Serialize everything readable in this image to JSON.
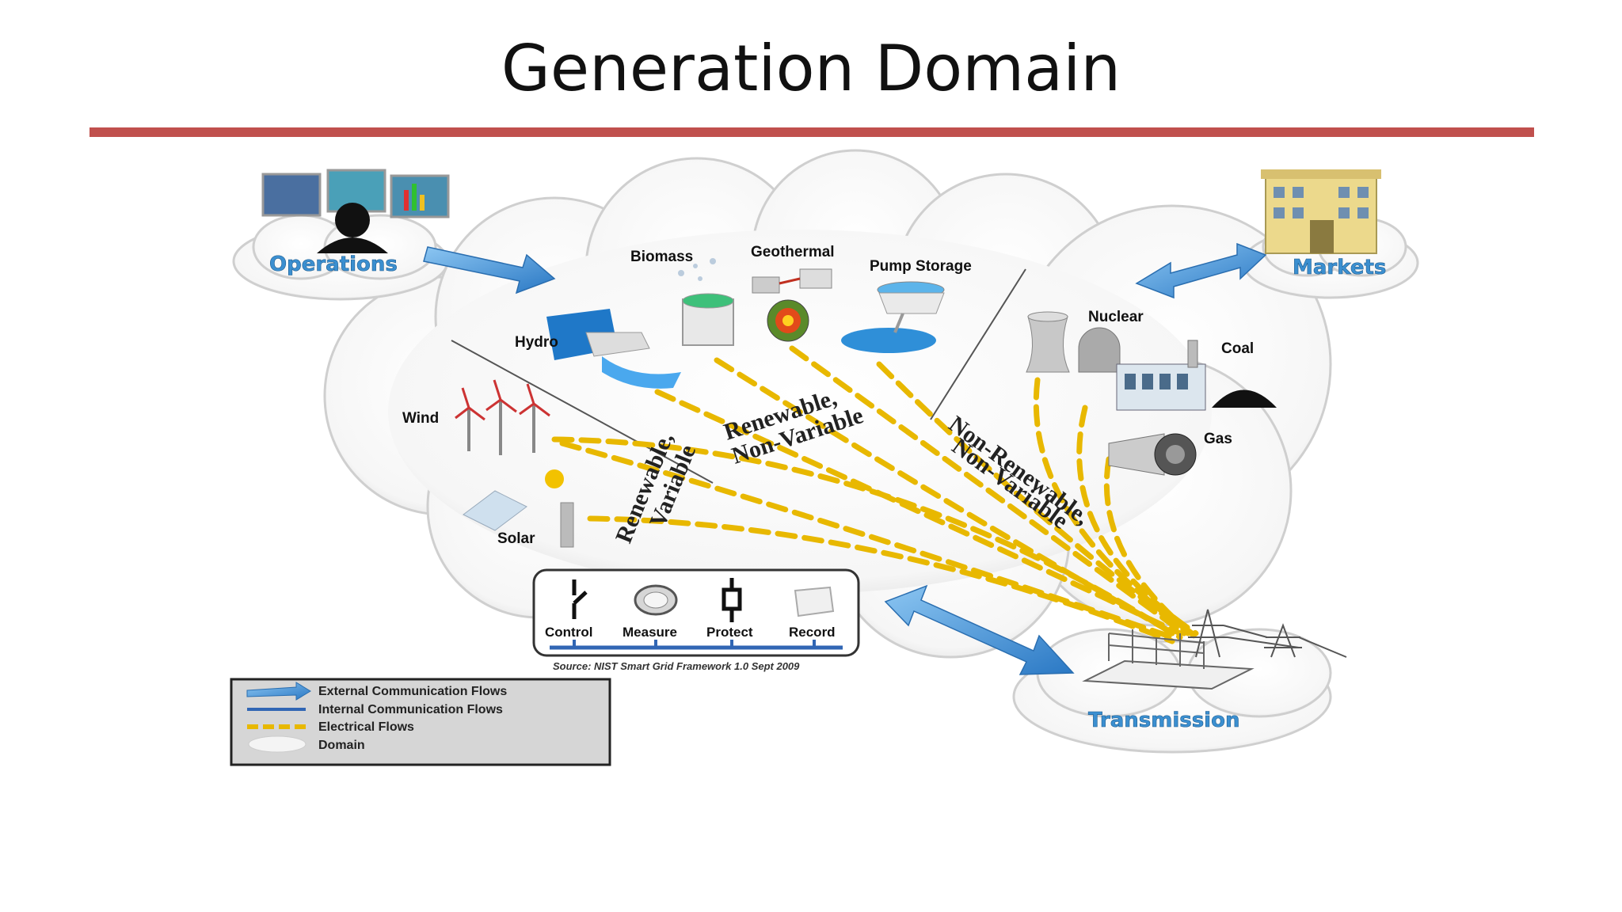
{
  "slide": {
    "title": "Generation Domain"
  },
  "diagram": {
    "external_domains": {
      "operations": "Operations",
      "markets": "Markets",
      "transmission": "Transmission"
    },
    "sources": {
      "biomass": "Biomass",
      "geothermal": "Geothermal",
      "pump_storage": "Pump Storage",
      "hydro": "Hydro",
      "wind": "Wind",
      "solar": "Solar",
      "nuclear": "Nuclear",
      "coal": "Coal",
      "gas": "Gas"
    },
    "categories": {
      "renewable_variable_1": "Renewable,",
      "renewable_variable_2": "Variable",
      "renewable_nonvariable_1": "Renewable,",
      "renewable_nonvariable_2": "Non-Variable",
      "nonrenewable_nonvariable_1": "Non-Renewable,",
      "nonrenewable_nonvariable_2": "Non-Variable"
    },
    "functions": {
      "control": "Control",
      "measure": "Measure",
      "protect": "Protect",
      "record": "Record"
    },
    "source_note": "Source: NIST Smart Grid Framework 1.0 Sept 2009",
    "legend": {
      "external_flows": "External Communication Flows",
      "internal_flows": "Internal Communication Flows",
      "electrical_flows": "Electrical Flows",
      "domain": "Domain"
    },
    "colors": {
      "title_rule": "#c0504d",
      "domain_label": "#3b8fd0",
      "electrical_flow": "#e8b800",
      "comm_arrow": "#3d8fd6"
    }
  }
}
